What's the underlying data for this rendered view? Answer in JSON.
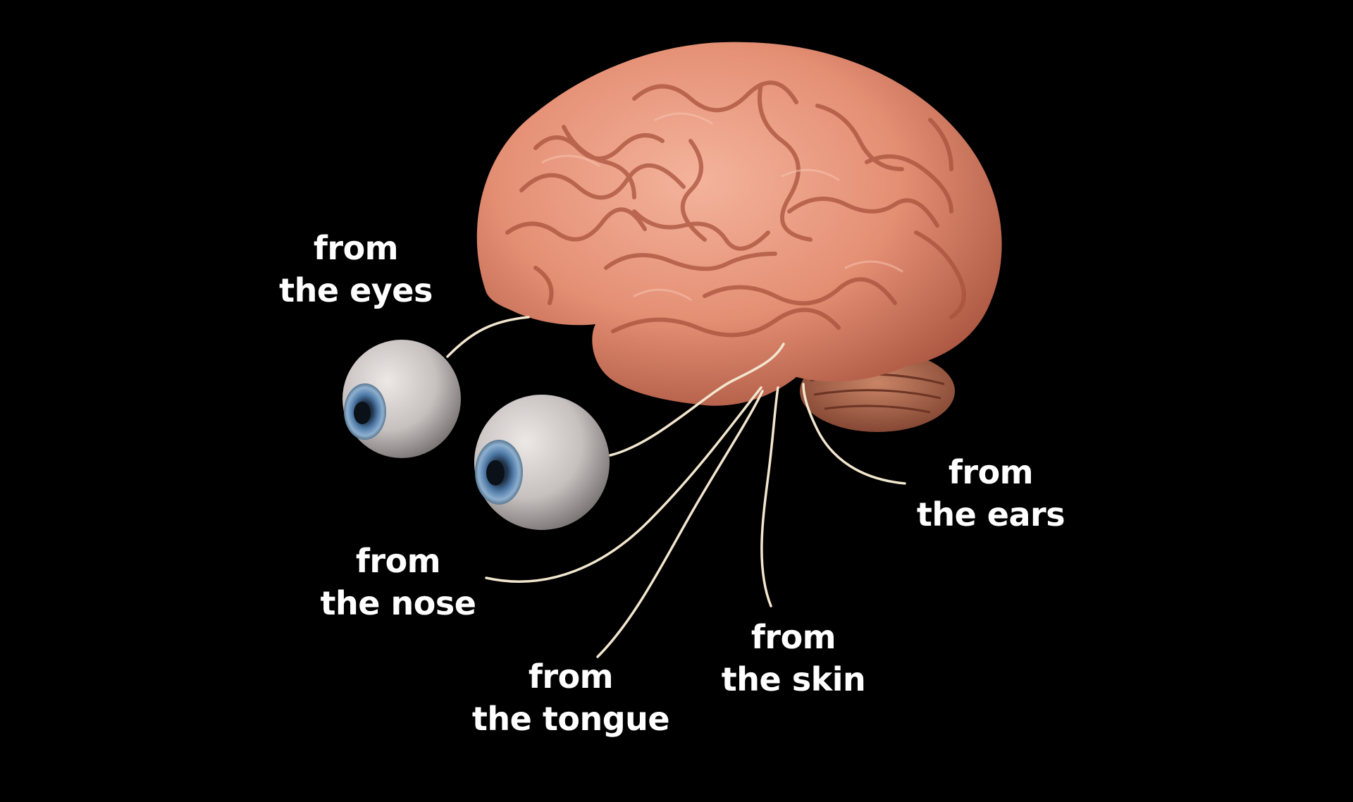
{
  "labels": {
    "eyes": {
      "line1": "from",
      "line2": "the eyes"
    },
    "nose": {
      "line1": "from",
      "line2": "the nose"
    },
    "tongue": {
      "line1": "from",
      "line2": "the tongue"
    },
    "skin": {
      "line1": "from",
      "line2": "the skin"
    },
    "ears": {
      "line1": "from",
      "line2": "the ears"
    }
  },
  "colors": {
    "background": "#000000",
    "text": "#ffffff",
    "nerve": "#f2e6cf",
    "brain": "#e8987e",
    "iris": "#4f7ba8"
  },
  "icons": {
    "brain": "brain-icon",
    "eyeball": "eyeball-icon"
  }
}
